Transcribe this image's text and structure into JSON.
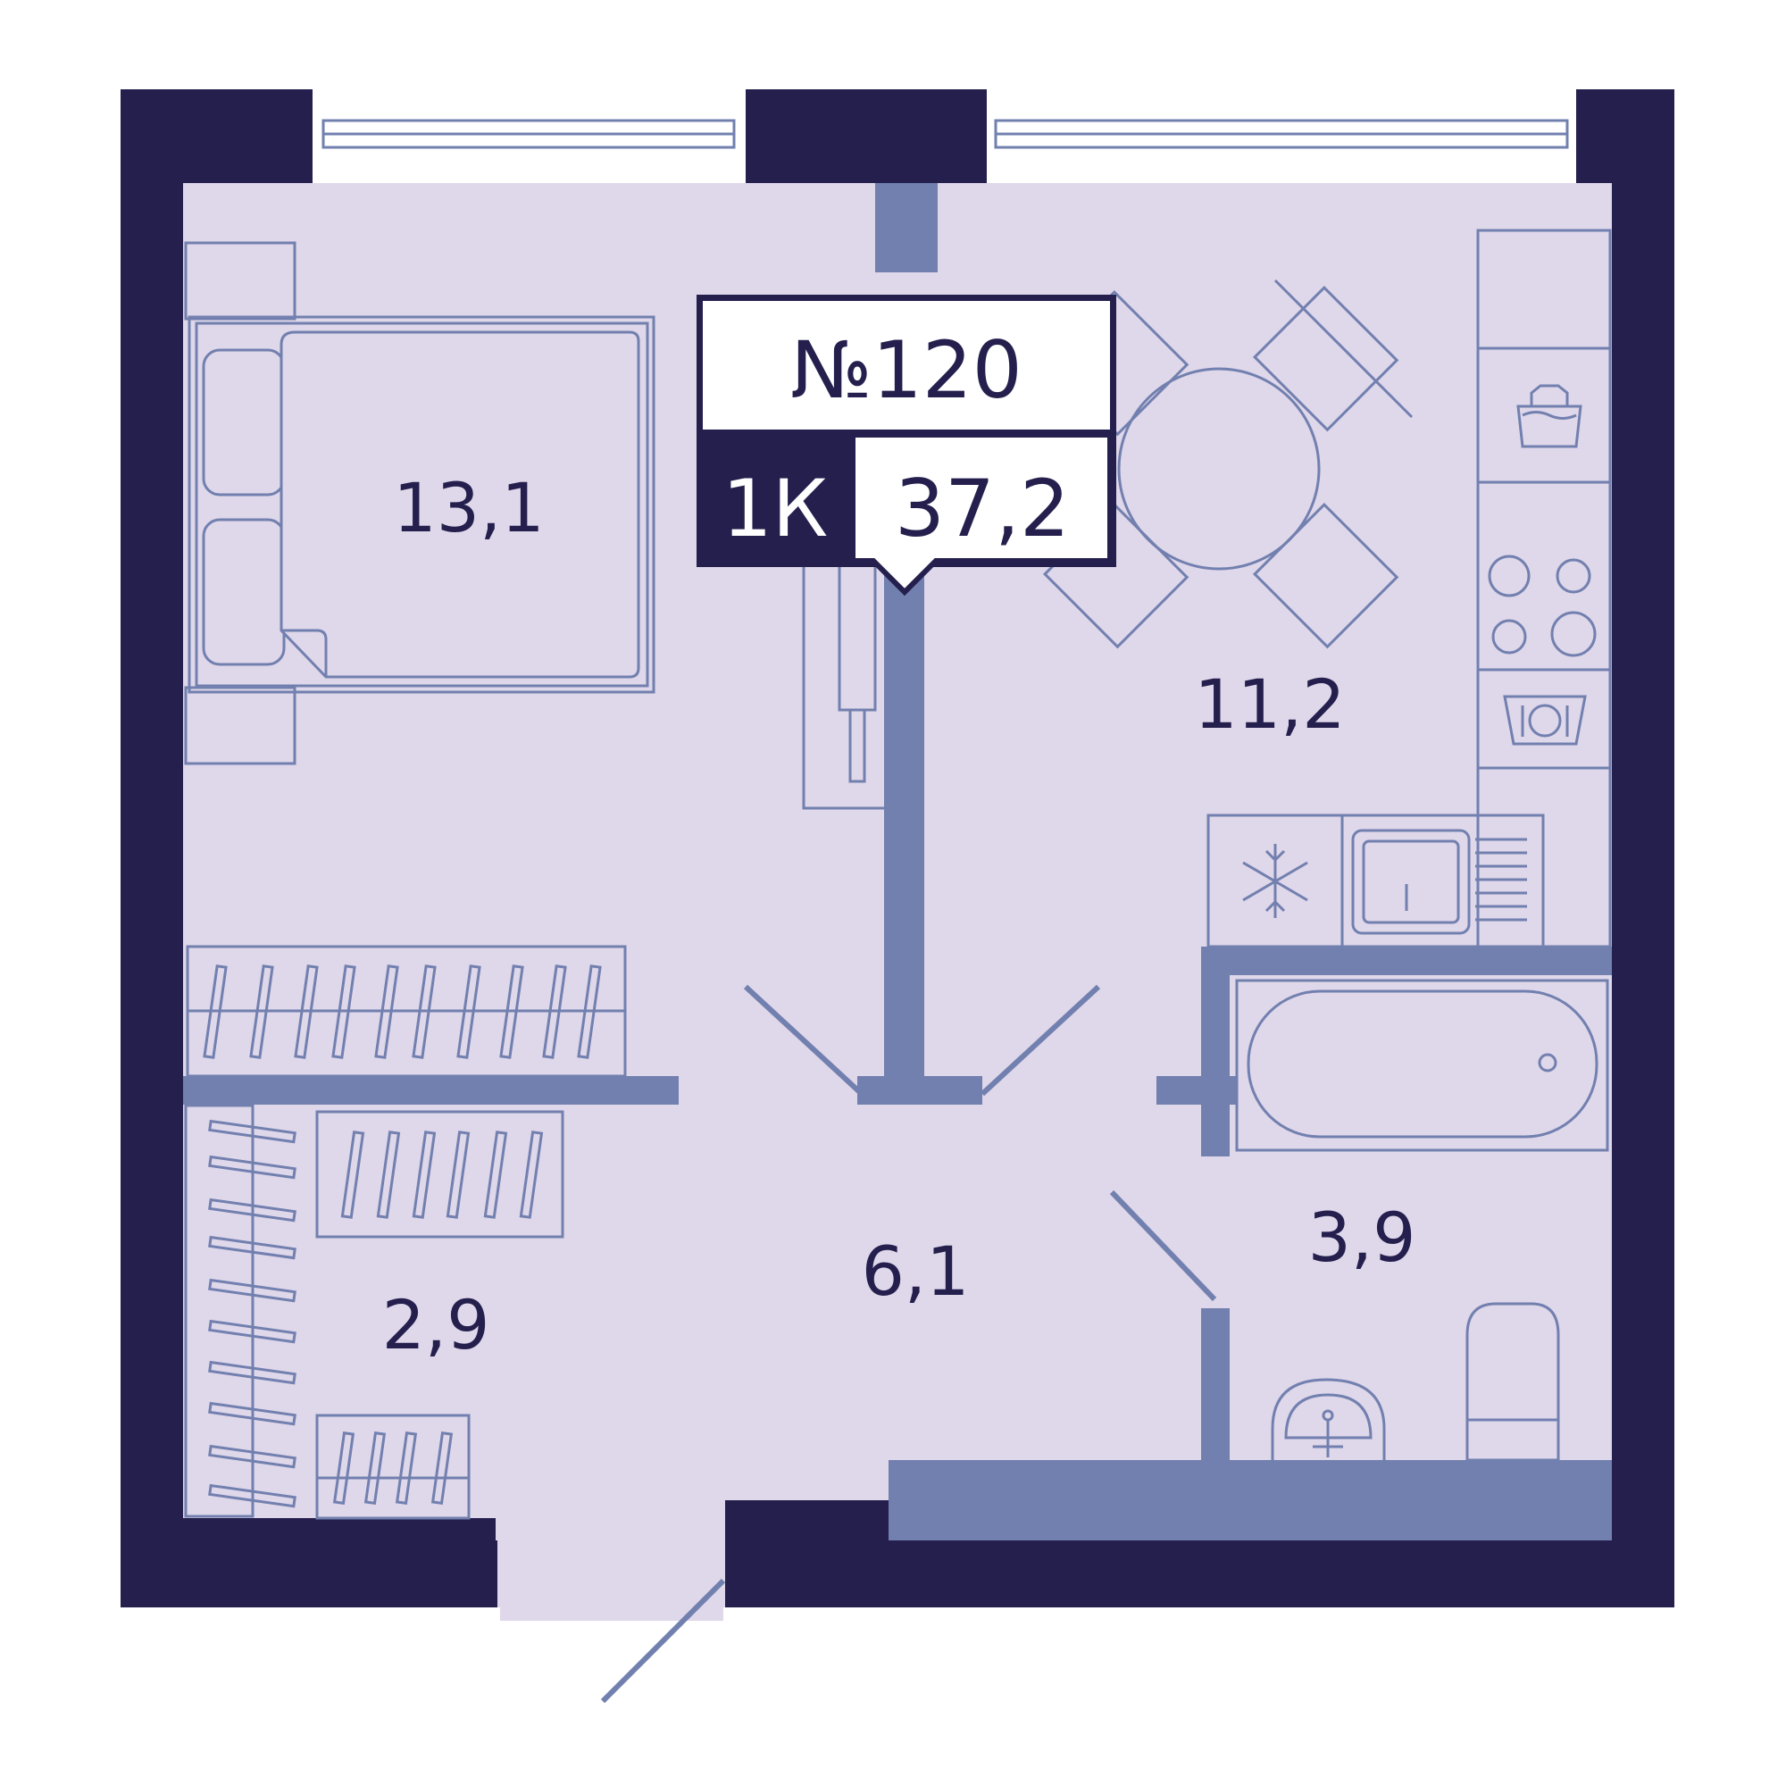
{
  "apartment": {
    "number": "№120",
    "type": "1К",
    "total_area": "37,2"
  },
  "rooms": [
    {
      "id": "bedroom",
      "area": "13,1"
    },
    {
      "id": "kitchen",
      "area": "11,2"
    },
    {
      "id": "hallway",
      "area": "6,1"
    },
    {
      "id": "wardrobe",
      "area": "2,9"
    },
    {
      "id": "bathroom",
      "area": "3,9"
    }
  ],
  "colors": {
    "outer_wall": "#241f4d",
    "inner_wall": "#7280af",
    "floor": "#dfd7ea",
    "furniture_line": "#7280af",
    "label": "#241f4d"
  },
  "icons": [
    "washing-machine-icon",
    "cooktop-icon",
    "dishwasher-icon",
    "snowflake-icon"
  ]
}
